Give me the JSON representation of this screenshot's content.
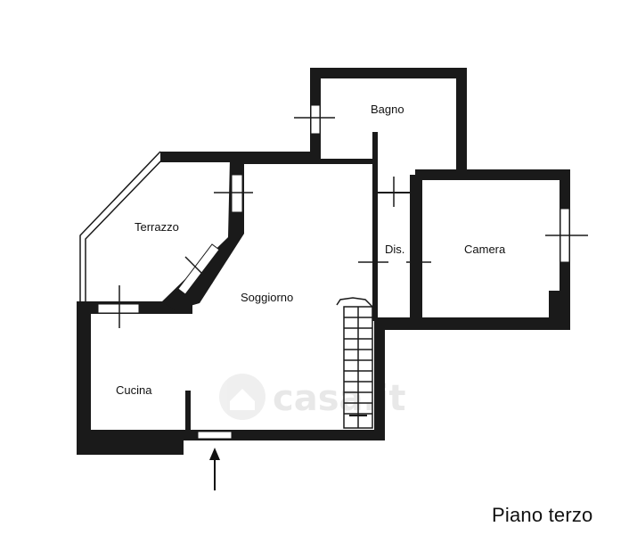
{
  "plan": {
    "rooms": {
      "bagno": "Bagno",
      "terrazzo": "Terrazzo",
      "dis": "Dis.",
      "camera": "Camera",
      "soggiorno": "Soggiorno",
      "cucina": "Cucina"
    },
    "watermark": "casa.it",
    "floor_label": "Piano terzo",
    "colors": {
      "wall": "#1a1a1a",
      "background": "#ffffff",
      "watermark": "#e6e6e6"
    }
  }
}
